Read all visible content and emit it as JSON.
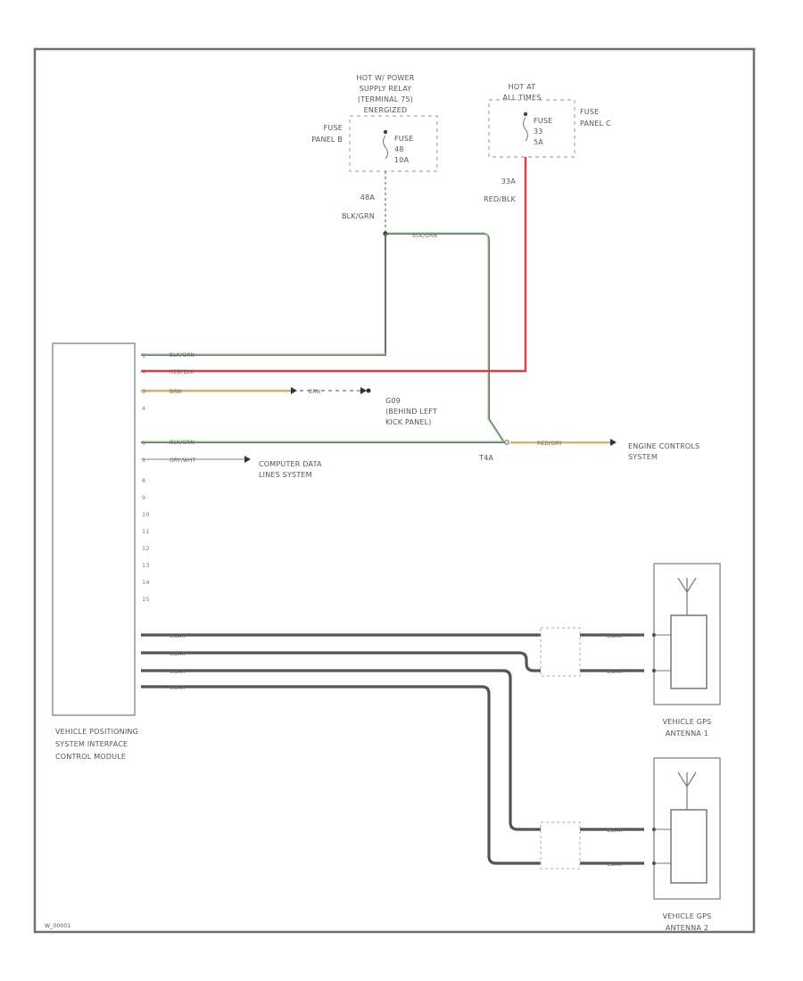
{
  "diagram_id": "W_00001",
  "labels": {
    "hot_power_relay": [
      "HOT W/ POWER",
      "SUPPLY RELAY",
      "(TERMINAL 75)",
      "ENERGIZED"
    ],
    "hot_all_times": [
      "HOT AT",
      "ALL TIMES"
    ],
    "fuse_panel_b": [
      "FUSE",
      "PANEL B"
    ],
    "fuse_panel_c": [
      "FUSE",
      "PANEL C"
    ],
    "fuse_48": [
      "FUSE",
      "48",
      "10A"
    ],
    "fuse_33": [
      "FUSE",
      "33",
      "5A"
    ],
    "conn_48a": "48A",
    "conn_33a": "33A",
    "wire_blk_grn_top": "BLK/GRN",
    "wire_red_blk_top": "RED/BLK",
    "splice_t4a": "T4A",
    "ground_g09": [
      "G09",
      "(BEHIND LEFT",
      "KICK PANEL)"
    ],
    "engine_controls": [
      "ENGINE CONTROLS",
      "SYSTEM"
    ],
    "computer_data_lines": [
      "COMPUTER DATA",
      "LINES SYSTEM"
    ],
    "module": [
      "VEHICLE POSITIONING",
      "SYSTEM INTERFACE",
      "CONTROL MODULE"
    ],
    "antenna1": [
      "VEHICLE GPS",
      "ANTENNA 1"
    ],
    "antenna2": [
      "VEHICLE GPS",
      "ANTENNA 2"
    ]
  },
  "pins": [
    "1",
    "4",
    "3",
    "4",
    "6",
    "1",
    "8",
    "9",
    "10",
    "11",
    "12",
    "13",
    "14",
    "15"
  ],
  "module_wires": {
    "w1": "BLK/GRN",
    "w2": "RED/BLK",
    "w3": "BRN",
    "w3b": "BRN",
    "w5": "BLK/GRN",
    "w6": "GRY/WHT",
    "t4a_out": "RED/GRY",
    "coax": "COAX"
  },
  "colors": {
    "blk_grn": "#9fd79f",
    "red": "#e13b3b",
    "brown": "#e8b860",
    "gray": "#8f8f8f",
    "coax": "#555555",
    "outline": "#6f6f6f"
  }
}
